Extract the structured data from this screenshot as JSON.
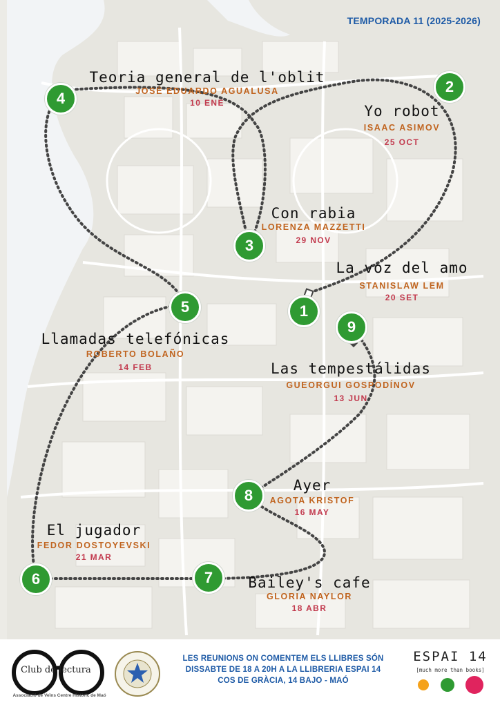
{
  "season": "TEMPORADA 11 (2025-2026)",
  "books": [
    {
      "number": "1",
      "title": "La voz del amo",
      "author": "STANISLAW LEM",
      "date": "20 SET"
    },
    {
      "number": "2",
      "title": "Yo robot",
      "author": "ISAAC ASIMOV",
      "date": "25 OCT"
    },
    {
      "number": "3",
      "title": "Con rabia",
      "author": "LORENZA MAZZETTI",
      "date": "29 NOV"
    },
    {
      "number": "4",
      "title": "Teoria general de l'oblit",
      "author": "JOSÉ EDUARDO AGUALUSA",
      "date": "10 ENE"
    },
    {
      "number": "5",
      "title": "Llamadas telefónicas",
      "author": "ROBERTO BOLAÑO",
      "date": "14 FEB"
    },
    {
      "number": "6",
      "title": "El jugador",
      "author": "FEDOR DOSTOYEVSKI",
      "date": "21 MAR"
    },
    {
      "number": "7",
      "title": "Bailey's cafe",
      "author": "GLORIA NAYLOR",
      "date": "18 ABR"
    },
    {
      "number": "8",
      "title": "Ayer",
      "author": "AGOTA KRISTOF",
      "date": "16 MAY"
    },
    {
      "number": "9",
      "title": "Las tempestálidas",
      "author": "GUEORGUI GOSPODÍNOV",
      "date": "13 JUN"
    }
  ],
  "footer": {
    "club_name": "Club de lectura",
    "club_subtitle": "Associació de Veïns Centre Històric de Maó",
    "info_lines": [
      "LES REUNIONS ON COMENTEM ELS LLIBRES SÓN",
      "DISSABTE DE 18 A 20H A LA LLIBRERIA ESPAI 14",
      "COS DE GRÀCIA, 14 BAJO - MAÓ"
    ],
    "espai_name": "ESPAI 14",
    "espai_tagline": "[much more than books]"
  },
  "colors": {
    "marker": "#2f9a32",
    "title_text": "#111111",
    "author_text": "#c0641f",
    "date_text": "#c23a4e",
    "season_text": "#1d5aa6",
    "dot_orange": "#f5a21b",
    "dot_green": "#2f9a32",
    "dot_pink": "#e0245e"
  }
}
